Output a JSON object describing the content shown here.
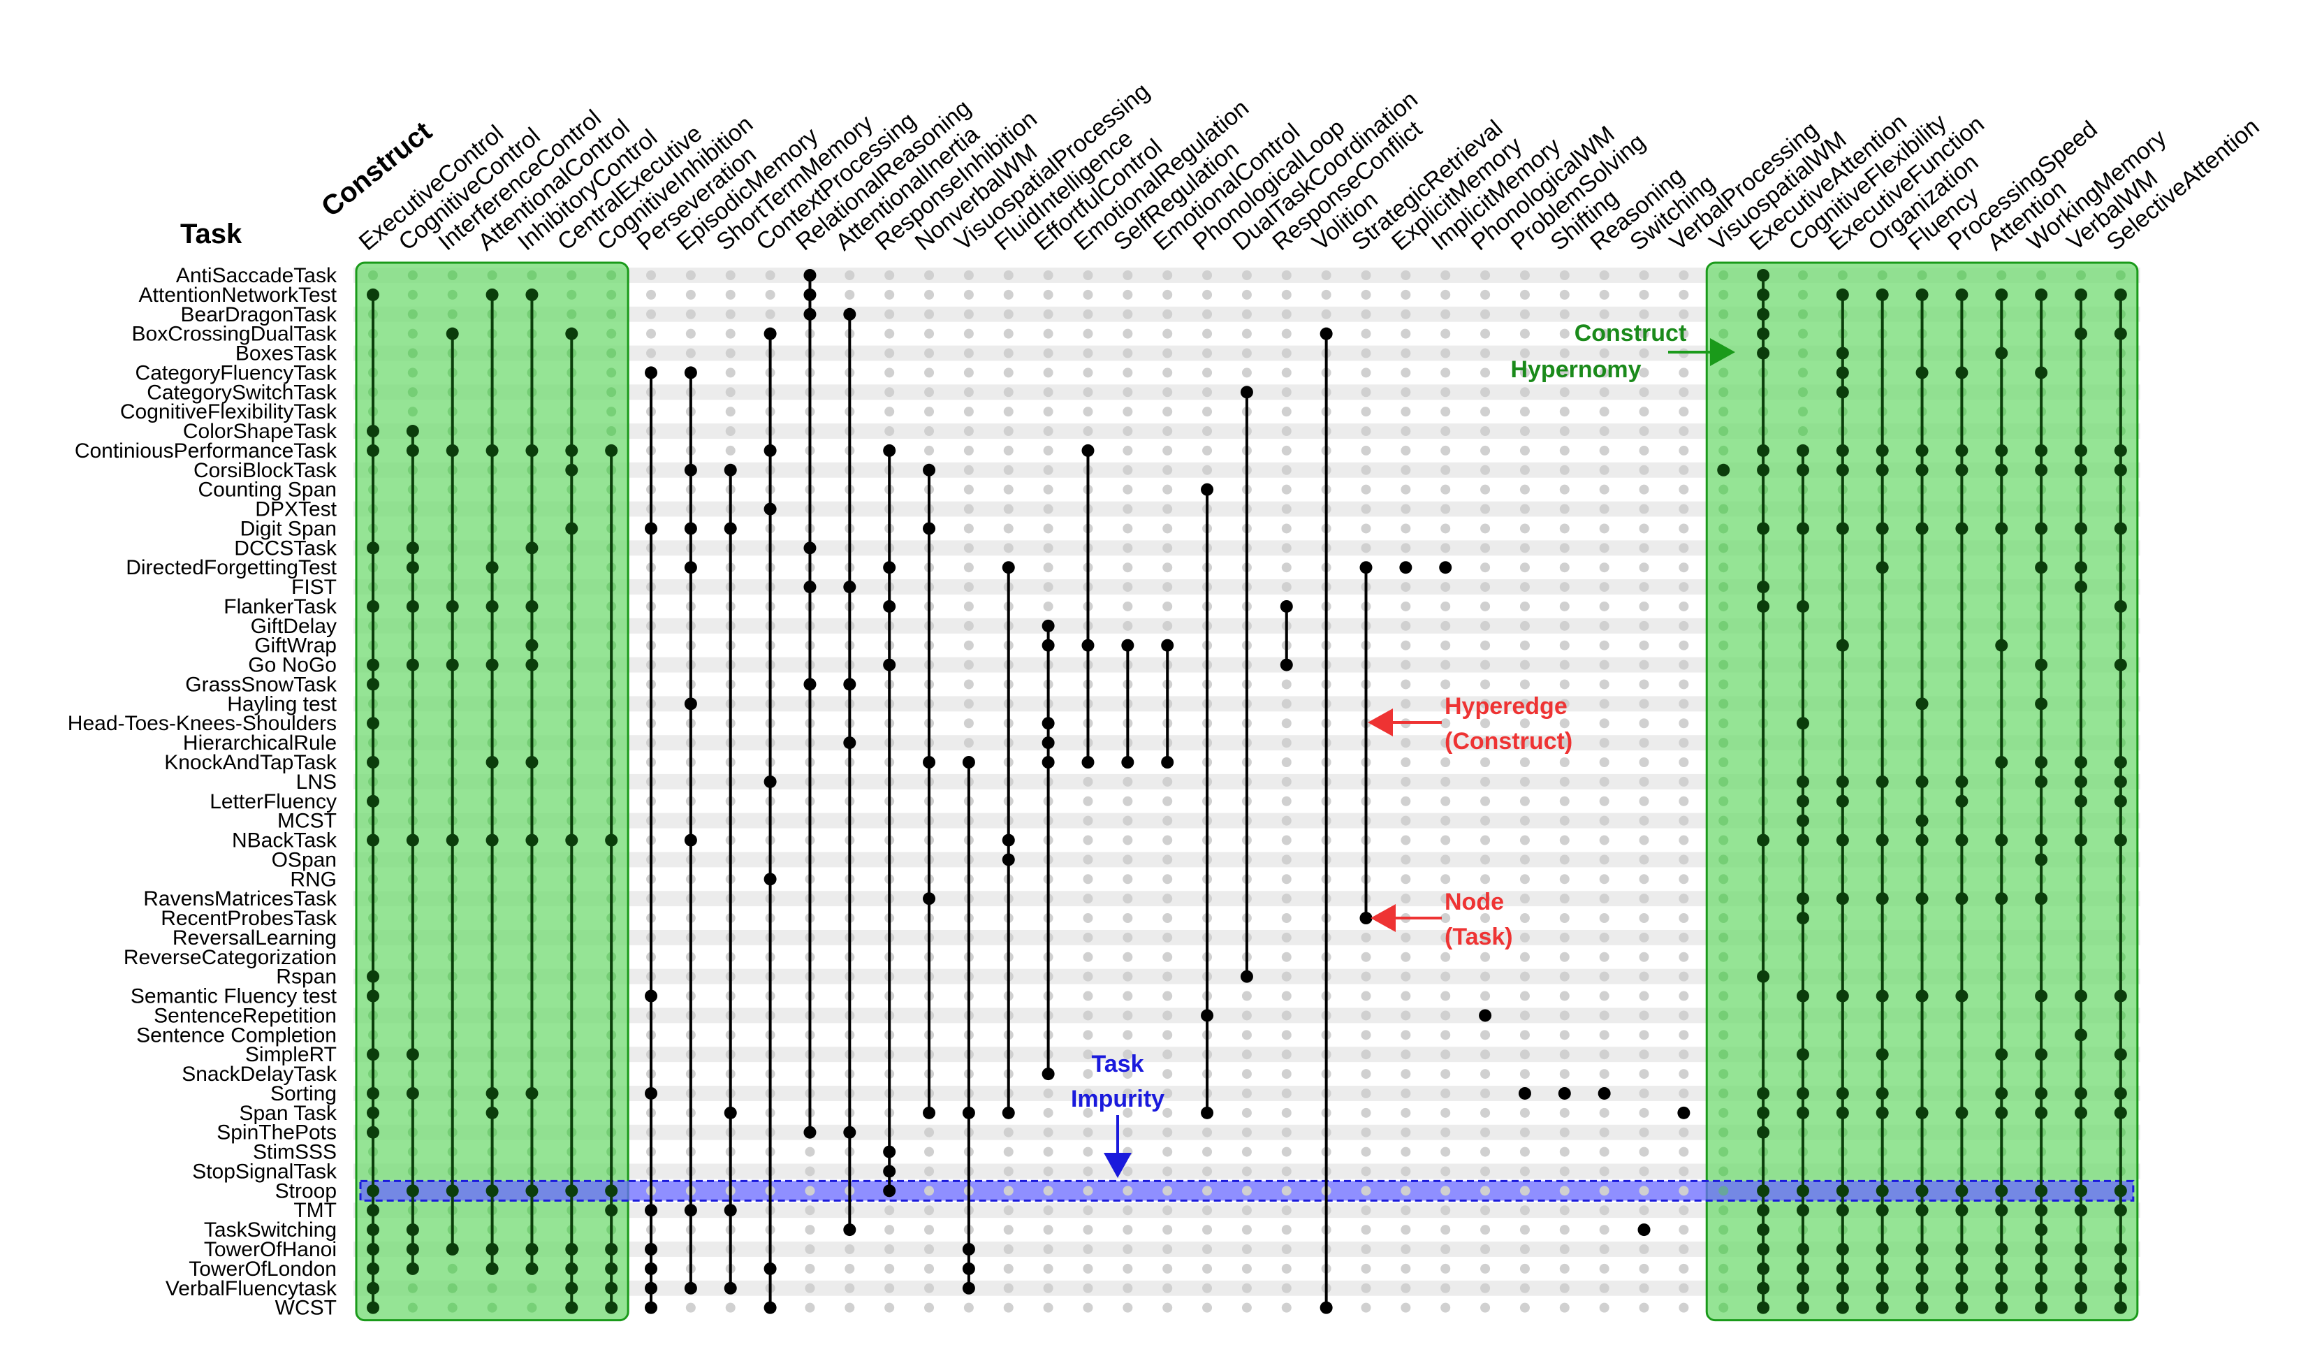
{
  "headers": {
    "construct": "Construct",
    "task": "Task"
  },
  "annotations": {
    "construct_hypernomy": [
      "Construct",
      "Hypernomy"
    ],
    "hyperedge": [
      "Hyperedge",
      "(Construct)"
    ],
    "node": [
      "Node",
      "(Task)"
    ],
    "task_impurity": [
      "Task",
      "Impurity"
    ]
  },
  "colors": {
    "green_band_fill": "#77dd77",
    "green_band_stroke": "#1a9a1a",
    "green_text": "#1a8a1a",
    "red_text": "#ee3333",
    "blue_text": "#1a1adc",
    "blue_highlight": "#6a6aff",
    "node_black": "#000000",
    "node_dark_green": "#0b3d0b",
    "node_gray": "#d0d0d0",
    "stripe_gray": "#ececec"
  },
  "highlighted_task": "Stroop",
  "constructs": [
    "ExecutiveControl",
    "CognitiveControl",
    "InterferenceControl",
    "AttentionalControl",
    "InhibitoryControl",
    "CentralExecutive",
    "CognitiveInhibition",
    "Perseveration",
    "EpisodicMemory",
    "ShortTermMemory",
    "ContextProcessing",
    "RelationalReasoning",
    "AttentionalInertia",
    "ResponseInhibition",
    "NonverbalWM",
    "VisuospatialProcessing",
    "FluidIntelligence",
    "EffortfulControl",
    "EmotionalRegulation",
    "SelfRegulation",
    "EmotionalControl",
    "PhonologicalLoop",
    "DualTaskCoordination",
    "ResponseConflict",
    "Volition",
    "StrategicRetrieval",
    "ExplicitMemory",
    "ImplicitMemory",
    "PhonologicalWM",
    "ProblemSolving",
    "Shifting",
    "Reasoning",
    "Switching",
    "VerbalProcessing",
    "VisuospatialWM",
    "ExecutiveAttention",
    "CognitiveFlexibility",
    "ExecutiveFunction",
    "Organization",
    "Fluency",
    "ProcessingSpeed",
    "Attention",
    "WorkingMemory",
    "VerbalWM",
    "SelectiveAttention"
  ],
  "tasks": [
    "AntiSaccadeTask",
    "AttentionNetworkTest",
    "BearDragonTask",
    "BoxCrossingDualTask",
    "BoxesTask",
    "CategoryFluencyTask",
    "CategorySwitchTask",
    "CognitiveFlexibilityTask",
    "ColorShapeTask",
    "ContiniousPerformanceTask",
    "CorsiBlockTask",
    "Counting Span",
    "DPXTest",
    "Digit Span",
    "DCCSTask",
    "DirectedForgettingTest",
    "FIST",
    "FlankerTask",
    "GiftDelay",
    "GiftWrap",
    "Go NoGo",
    "GrassSnowTask",
    "Hayling test",
    "Head-Toes-Knees-Shoulders",
    "HierarchicalRule",
    "KnockAndTapTask",
    "LNS",
    "LetterFluency",
    "MCST",
    "NBackTask",
    "OSpan",
    "RNG",
    "RavensMatricesTask",
    "RecentProbesTask",
    "ReversalLearning",
    "ReverseCategorization",
    "Rspan",
    "Semantic Fluency test",
    "SentenceRepetition",
    "Sentence Completion",
    "SimpleRT",
    "SnackDelayTask",
    "Sorting",
    "Span Task",
    "SpinThePots",
    "StimSSS",
    "StopSignalTask",
    "Stroop",
    "TMT",
    "TaskSwitching",
    "TowerOfHanoi",
    "TowerOfLondon",
    "VerbalFluencytask",
    "WCST"
  ],
  "chart_data": {
    "type": "upset-matrix",
    "x_axis": "Construct",
    "y_axis": "Task",
    "left_band_columns": [
      0,
      6
    ],
    "right_band_columns": [
      34,
      44
    ],
    "memberships": {
      "0": [
        1,
        8,
        9,
        14,
        17,
        20,
        21,
        23,
        25,
        27,
        29,
        36,
        37,
        40,
        42,
        43,
        44,
        47,
        48,
        49,
        50,
        51,
        52,
        53
      ],
      "1": [
        8,
        9,
        14,
        15,
        17,
        20,
        29,
        40,
        42,
        47,
        49,
        50,
        51
      ],
      "2": [
        3,
        9,
        17,
        20,
        29,
        47,
        50
      ],
      "3": [
        1,
        9,
        15,
        17,
        20,
        25,
        29,
        42,
        43,
        47,
        50,
        51
      ],
      "4": [
        1,
        9,
        14,
        17,
        19,
        20,
        25,
        29,
        42,
        47,
        50,
        51
      ],
      "5": [
        3,
        9,
        10,
        13,
        29,
        47,
        50,
        51,
        52,
        53
      ],
      "6": [
        9,
        29,
        47,
        48,
        50,
        51,
        52,
        53
      ],
      "7": [
        5,
        13,
        37,
        42,
        48,
        50,
        51,
        52,
        53
      ],
      "8": [
        5,
        10,
        13,
        15,
        22,
        29,
        48,
        52
      ],
      "9": [
        10,
        13,
        43,
        48,
        52
      ],
      "10": [
        3,
        9,
        12,
        26,
        31,
        51,
        53
      ],
      "11": [
        0,
        1,
        2,
        14,
        16,
        21,
        44
      ],
      "12": [
        2,
        16,
        21,
        24,
        44,
        49
      ],
      "13": [
        9,
        15,
        17,
        20,
        45,
        46,
        47
      ],
      "14": [
        10,
        13,
        25,
        32,
        43
      ],
      "15": [
        25,
        43,
        50,
        51,
        52
      ],
      "16": [
        15,
        29,
        30,
        43
      ],
      "17": [
        18,
        19,
        23,
        24,
        25,
        41
      ],
      "18": [
        9,
        19,
        25
      ],
      "19": [
        19,
        25
      ],
      "20": [
        19,
        25
      ],
      "21": [
        11,
        38,
        43
      ],
      "22": [
        6,
        36
      ],
      "23": [
        17,
        20
      ],
      "24": [
        3,
        53
      ],
      "25": [
        15,
        33
      ],
      "26": [
        15
      ],
      "27": [
        15
      ],
      "28": [
        38
      ],
      "29": [
        42
      ],
      "30": [
        42
      ],
      "31": [
        42
      ],
      "32": [
        49
      ],
      "33": [
        43
      ],
      "34": [
        10
      ],
      "35": [
        0,
        1,
        2,
        3,
        4,
        9,
        10,
        13,
        16,
        17,
        29,
        36,
        42,
        43,
        44,
        47,
        48,
        49,
        50,
        51,
        52,
        53
      ],
      "36": [
        9,
        10,
        13,
        17,
        23,
        26,
        27,
        28,
        29,
        32,
        33,
        37,
        40,
        42,
        43,
        47,
        48,
        50,
        51,
        52,
        53
      ],
      "37": [
        1,
        4,
        5,
        6,
        9,
        10,
        13,
        19,
        26,
        27,
        29,
        32,
        37,
        42,
        43,
        47,
        48,
        50,
        51,
        52,
        53
      ],
      "38": [
        1,
        9,
        10,
        13,
        15,
        26,
        29,
        32,
        37,
        40,
        42,
        43,
        47,
        48,
        50,
        51,
        52,
        53
      ],
      "39": [
        1,
        5,
        9,
        10,
        13,
        22,
        26,
        28,
        29,
        32,
        37,
        43,
        47,
        48,
        50,
        51,
        52,
        53
      ],
      "40": [
        1,
        5,
        9,
        10,
        13,
        26,
        27,
        29,
        32,
        37,
        43,
        47,
        48,
        50,
        51,
        52,
        53
      ],
      "41": [
        1,
        4,
        9,
        10,
        13,
        19,
        25,
        29,
        32,
        40,
        42,
        43,
        47,
        48,
        50,
        51,
        52,
        53
      ],
      "42": [
        1,
        5,
        9,
        10,
        13,
        15,
        20,
        22,
        25,
        26,
        29,
        30,
        32,
        37,
        40,
        42,
        43,
        47,
        48,
        49,
        50,
        51,
        52,
        53
      ],
      "43": [
        1,
        3,
        9,
        10,
        13,
        15,
        16,
        25,
        26,
        27,
        29,
        37,
        39,
        42,
        43,
        47,
        48,
        50,
        51,
        52,
        53
      ],
      "44": [
        1,
        3,
        9,
        10,
        13,
        17,
        20,
        25,
        26,
        27,
        29,
        37,
        40,
        42,
        43,
        47,
        48,
        50,
        51,
        52,
        53
      ]
    }
  }
}
